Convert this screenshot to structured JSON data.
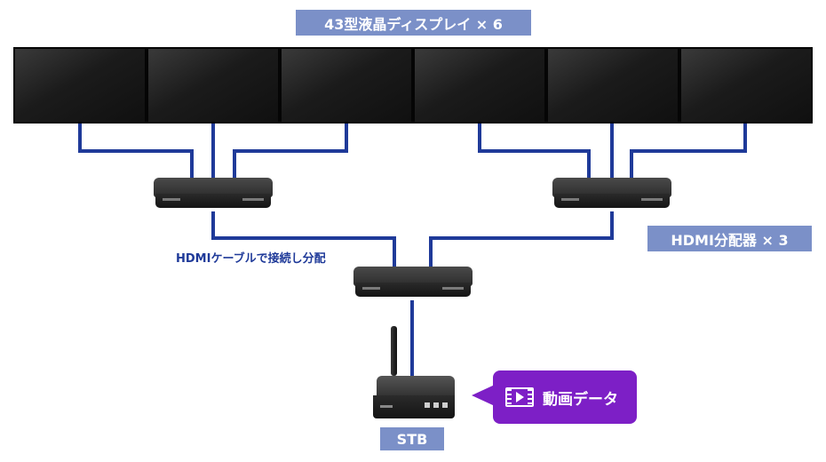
{
  "displays_label": "43型液晶ディスプレイ × 6",
  "splitter_label": "HDMI分配器 × 3",
  "cable_label": "HDMIケーブルで接続し分配",
  "callout": {
    "text": "動画データ",
    "icon": "video-file-icon"
  },
  "stb_label": "STB",
  "colors": {
    "wire": "#1f3a99",
    "label_box": "#7b90c8",
    "callout": "#7d1fc6"
  }
}
